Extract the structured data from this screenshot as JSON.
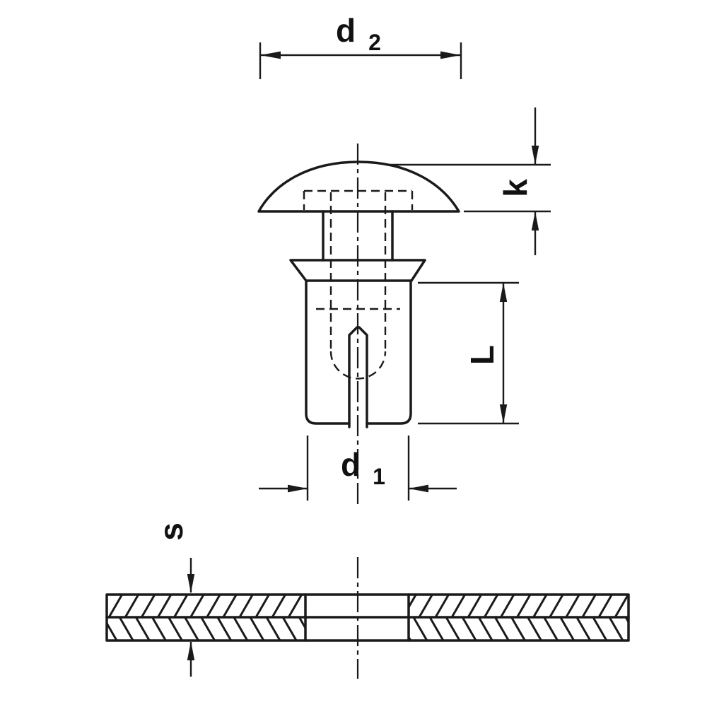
{
  "figure": {
    "kind": "technical-drawing",
    "views": [
      "fastener-front-view",
      "panel-section-view"
    ]
  },
  "labels": {
    "d2": {
      "base": "d",
      "sub": "2"
    },
    "k": {
      "text": "k"
    },
    "l": {
      "text": "L"
    },
    "d1": {
      "base": "d",
      "sub": "1"
    },
    "s": {
      "text": "s"
    }
  },
  "colors": {
    "line": "#1a1a1a",
    "background": "#ffffff"
  }
}
